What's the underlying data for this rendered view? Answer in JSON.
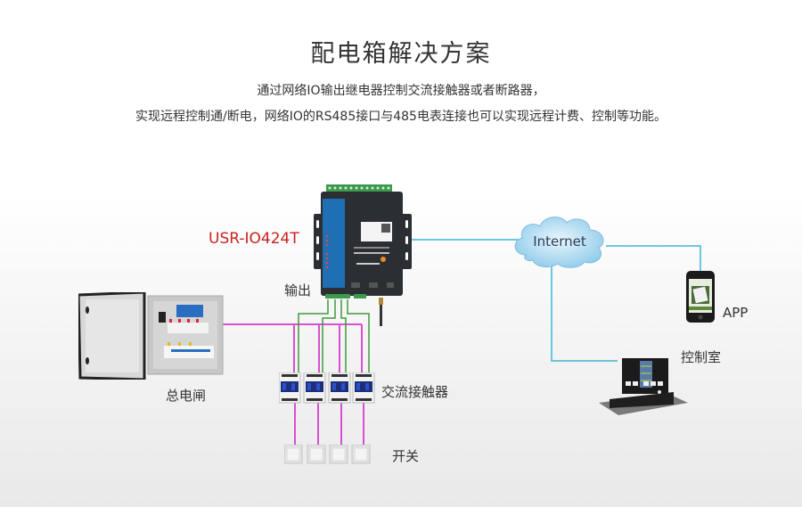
{
  "title": "配电箱解决方案",
  "description": [
    "通过网络IO输出继电器控制交流接触器或者断路器，",
    "实现远程控制通/断电，网络IO的RS485接口与485电表连接也可以实现远程计费、控制等功能。"
  ],
  "labels": {
    "device_model": "USR-IO424T",
    "output": "输出",
    "internet": "Internet",
    "app": "APP",
    "control_room": "控制室",
    "main_breaker": "总电闸",
    "contactor": "交流接触器",
    "switch": "开关"
  },
  "colors": {
    "power_wire": "#d84fd0",
    "signal_wire": "#3e9a3e",
    "network_wire": "#3fb5d6",
    "model_label": "#c9231e",
    "device_body": "#2b2f33",
    "device_panel": "#1f6fb5",
    "cloud": "#9fd4ee"
  }
}
